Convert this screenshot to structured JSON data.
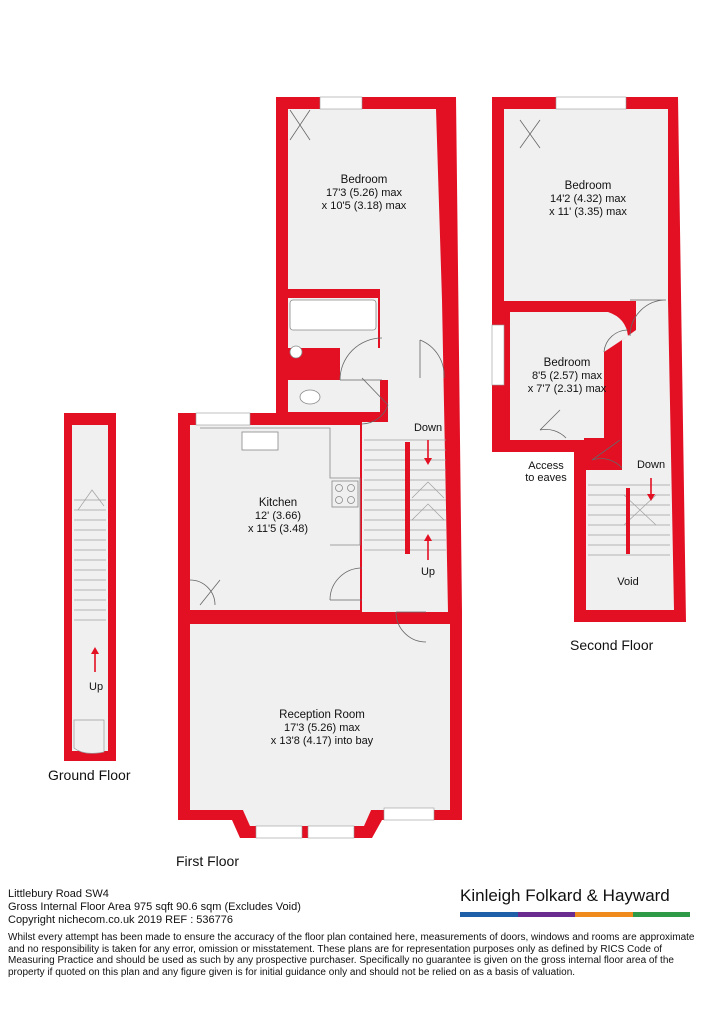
{
  "colors": {
    "wall": "#e30f23",
    "floor": "#f0f0f0",
    "bars": [
      "#1e5fa8",
      "#6b2c8f",
      "#f08a1c",
      "#2e9a48"
    ]
  },
  "rooms": {
    "bedroom1": {
      "title": "Bedroom",
      "line1": "17'3 (5.26) max",
      "line2": "x 10'5 (3.18) max"
    },
    "bedroom2": {
      "title": "Bedroom",
      "line1": "14'2 (4.32) max",
      "line2": "x 11' (3.35) max"
    },
    "bedroom3": {
      "title": "Bedroom",
      "line1": "8'5 (2.57) max",
      "line2": "x 7'7 (2.31) max"
    },
    "kitchen": {
      "title": "Kitchen",
      "line1": "12' (3.66)",
      "line2": "x 11'5 (3.48)"
    },
    "reception": {
      "title": "Reception Room",
      "line1": "17'3 (5.26) max",
      "line2": "x 13'8 (4.17) into bay"
    }
  },
  "annotations": {
    "down_first": "Down",
    "up_first": "Up",
    "up_ground": "Up",
    "down_second": "Down",
    "eaves_1": "Access",
    "eaves_2": "to eaves",
    "void": "Void"
  },
  "floors": {
    "ground": "Ground Floor",
    "first": "First Floor",
    "second": "Second Floor"
  },
  "footer": {
    "address": "Littlebury Road SW4",
    "area": "Gross Internal Floor Area 975 sqft 90.6 sqm (Excludes Void)",
    "copyright": "Copyright nichecom.co.uk 2019 REF : 536776",
    "disclaimer": "Whilst every attempt has been made to ensure the accuracy of the floor plan contained here, measurements of doors, windows and rooms are approximate and no responsibility is taken for any error, omission or misstatement.  These plans are for representation purposes only as defined by RICS Code of Measuring Practice and should be used as such by any prospective purchaser.  Specifically no guarantee is given on the gross internal floor area of the property if quoted on this plan and any figure given is for initial guidance only and should not be relied on as a basis of valuation."
  },
  "brand": {
    "name": "Kinleigh Folkard & Hayward"
  }
}
